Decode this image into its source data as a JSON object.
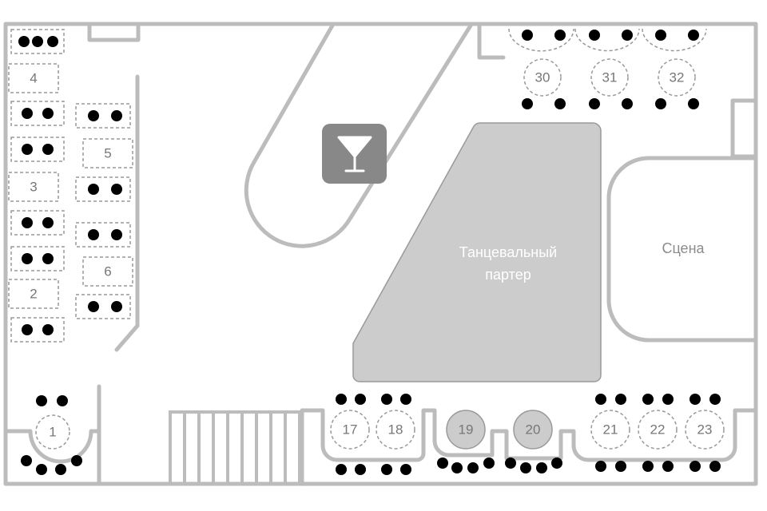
{
  "zones": {
    "dance_floor_line1": "Танцевальный",
    "dance_floor_line2": "партер",
    "stage": "Сцена"
  },
  "bar": {
    "icon": "cocktail-glass-icon"
  },
  "colors": {
    "wall": "#bcbcbc",
    "seat": "#000000",
    "dance_floor": "#cccccc",
    "bar_tile": "#888888",
    "booked_table": "#cccccc"
  },
  "tables": {
    "t1": "1",
    "t2": "2",
    "t3": "3",
    "t4": "4",
    "t5": "5",
    "t6": "6",
    "t17": "17",
    "t18": "18",
    "t19": "19",
    "t20": "20",
    "t21": "21",
    "t22": "22",
    "t23": "23",
    "t30": "30",
    "t31": "31",
    "t32": "32"
  }
}
